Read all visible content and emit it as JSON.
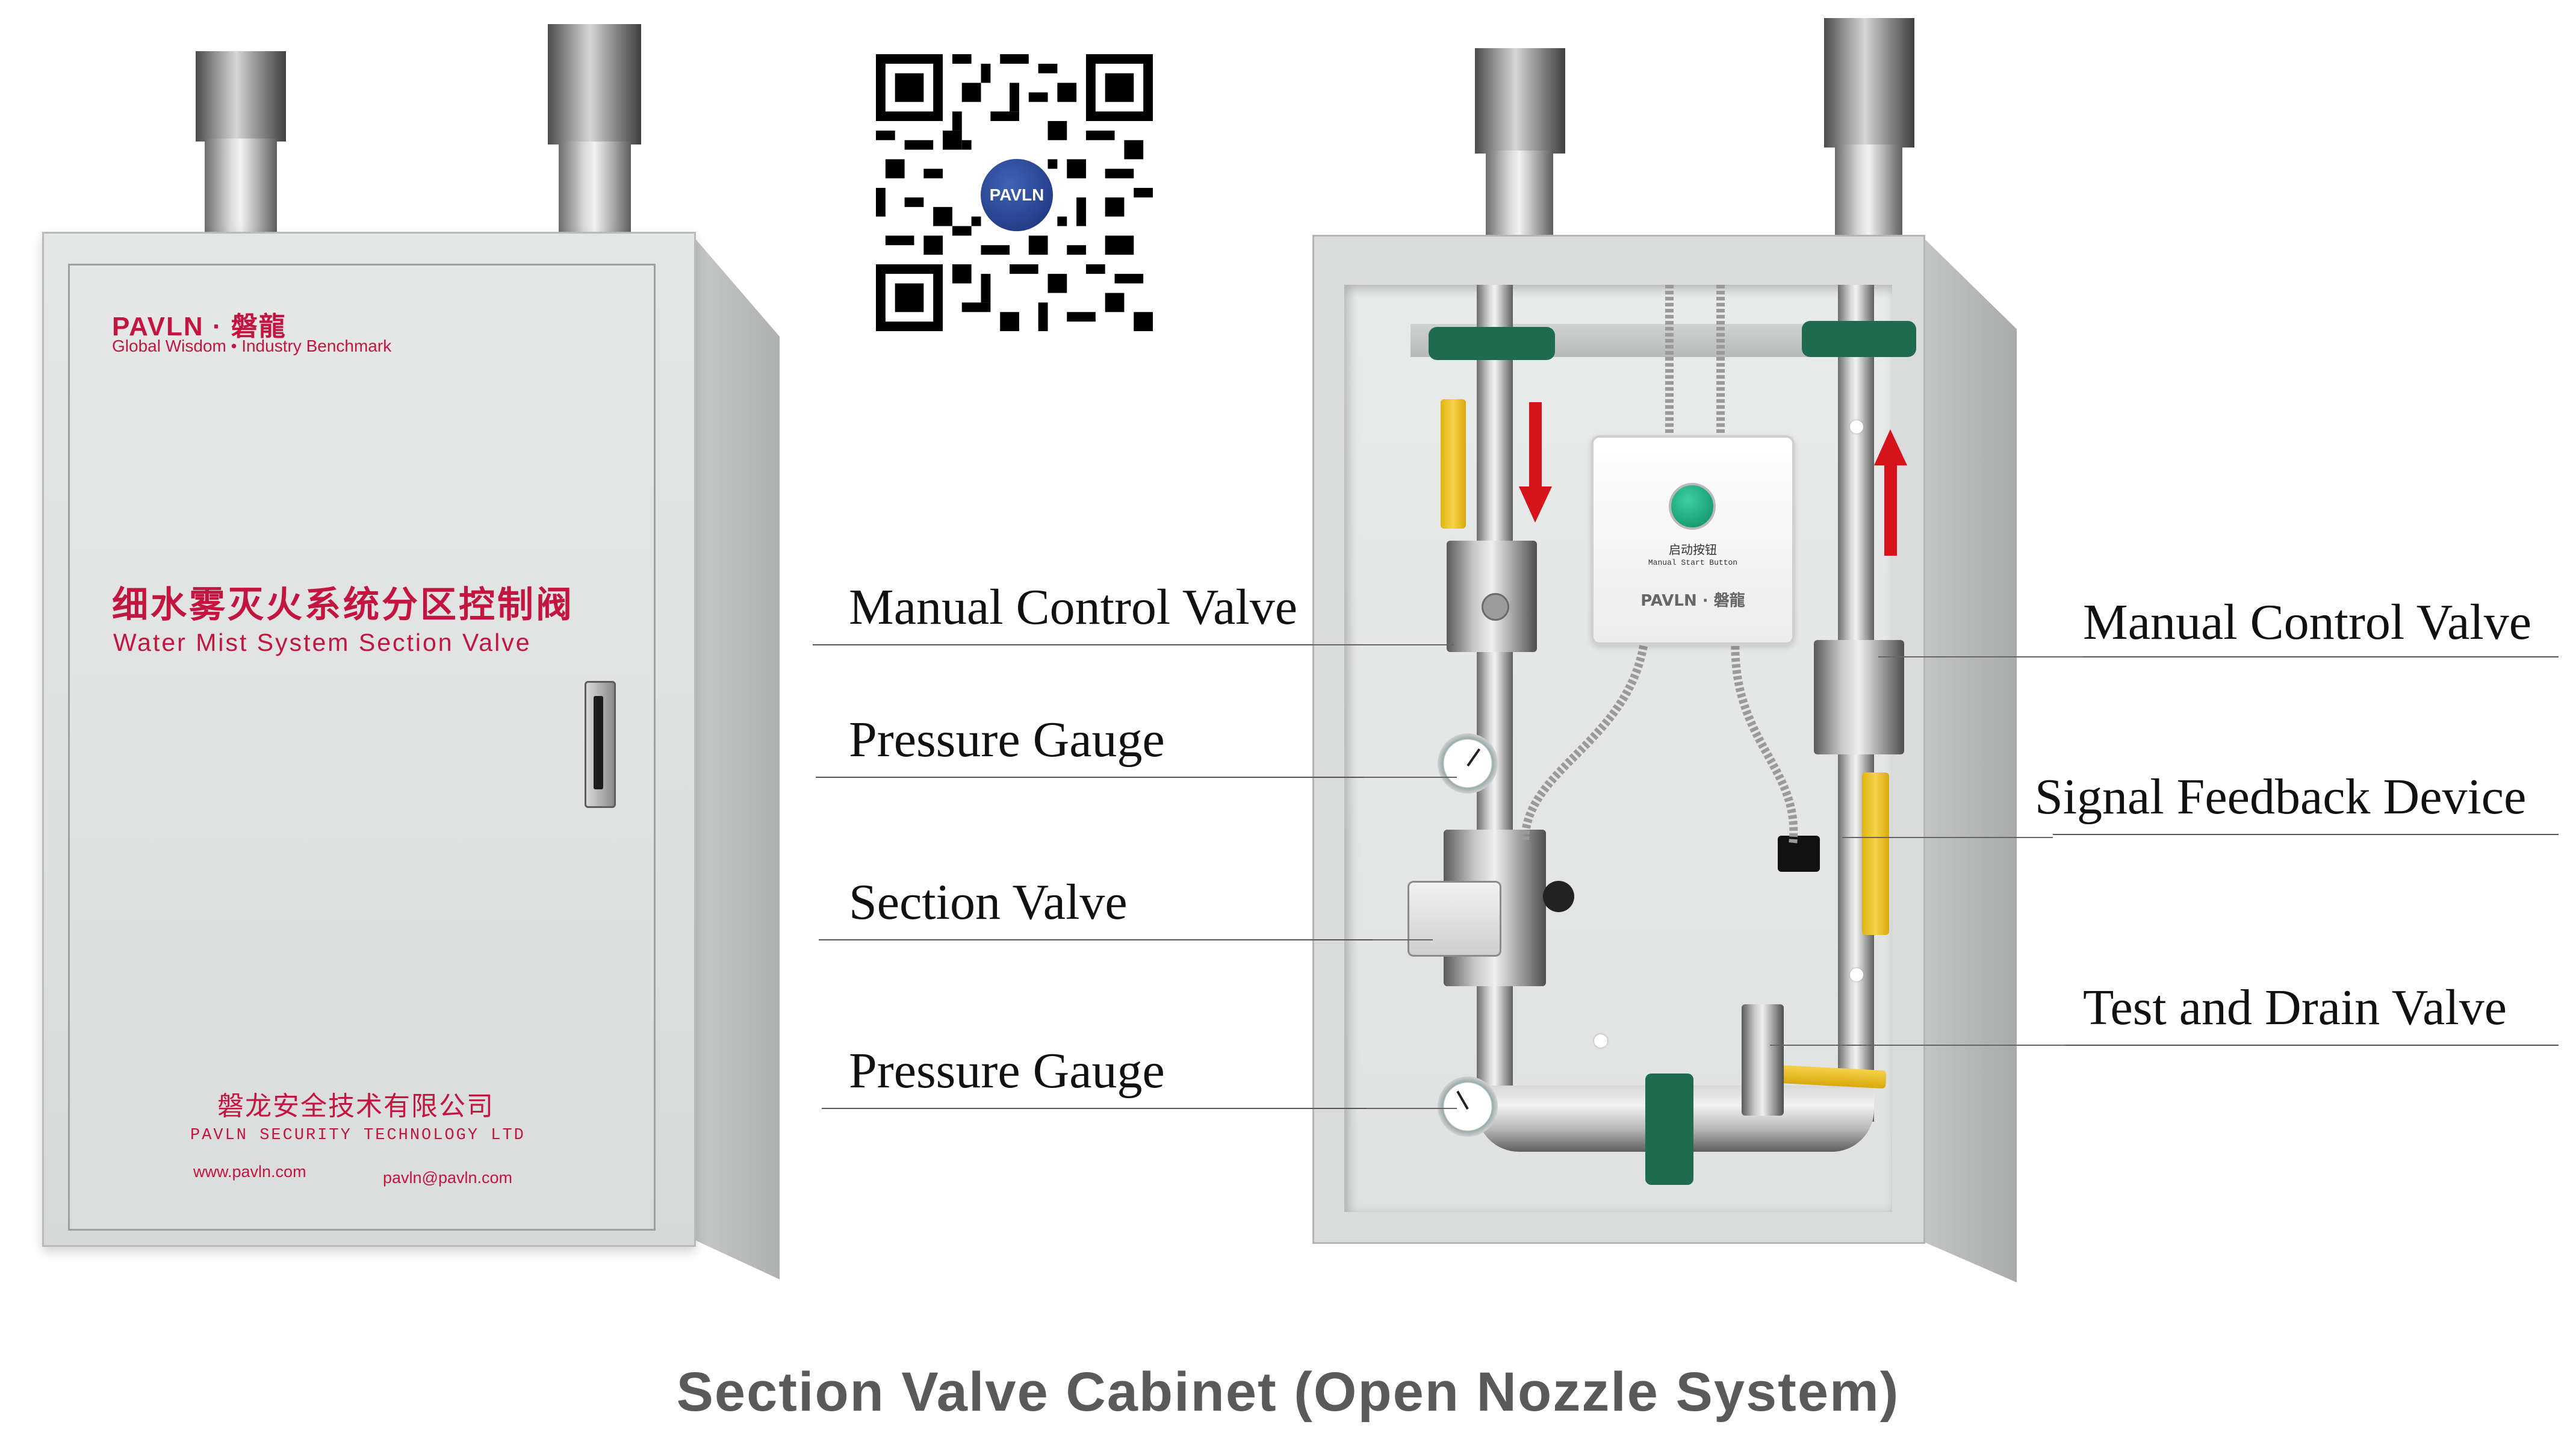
{
  "closed_cabinet": {
    "brand_logo": "PAVLN · 磐龍",
    "slogan": "Global Wisdom • Industry Benchmark",
    "title_cn": "细水雾灭火系统分区控制阀",
    "title_en": "Water Mist System Section Valve",
    "company_cn": "磐龙安全技术有限公司",
    "company_en": "PAVLN SECURITY TECHNOLOGY LTD",
    "website": "www.pavln.com",
    "email": "pavln@pavln.com"
  },
  "qr_code": {
    "center_logo": "PAVLN"
  },
  "open_cabinet": {
    "button_box": {
      "label_cn": "启动按钮",
      "label_en": "Manual Start Button",
      "logo": "PAVLN · 磐龍"
    }
  },
  "callouts_left": [
    {
      "label": "Manual Control Valve"
    },
    {
      "label": "Pressure Gauge"
    },
    {
      "label": "Section Valve"
    },
    {
      "label": "Pressure Gauge"
    }
  ],
  "callouts_right": [
    {
      "label": "Manual Control Valve"
    },
    {
      "label": "Signal Feedback Device"
    },
    {
      "label": "Test and Drain Valve"
    }
  ],
  "caption": "Section Valve Cabinet (Open Nozzle System)",
  "colors": {
    "brand_red": "#c2153f",
    "cabinet_grey": "#dfe2e1",
    "valve_green": "#1f6b4f",
    "handle_yellow": "#f2c318",
    "arrow_red": "#d4141a",
    "caption_grey": "#5a5a5a"
  }
}
